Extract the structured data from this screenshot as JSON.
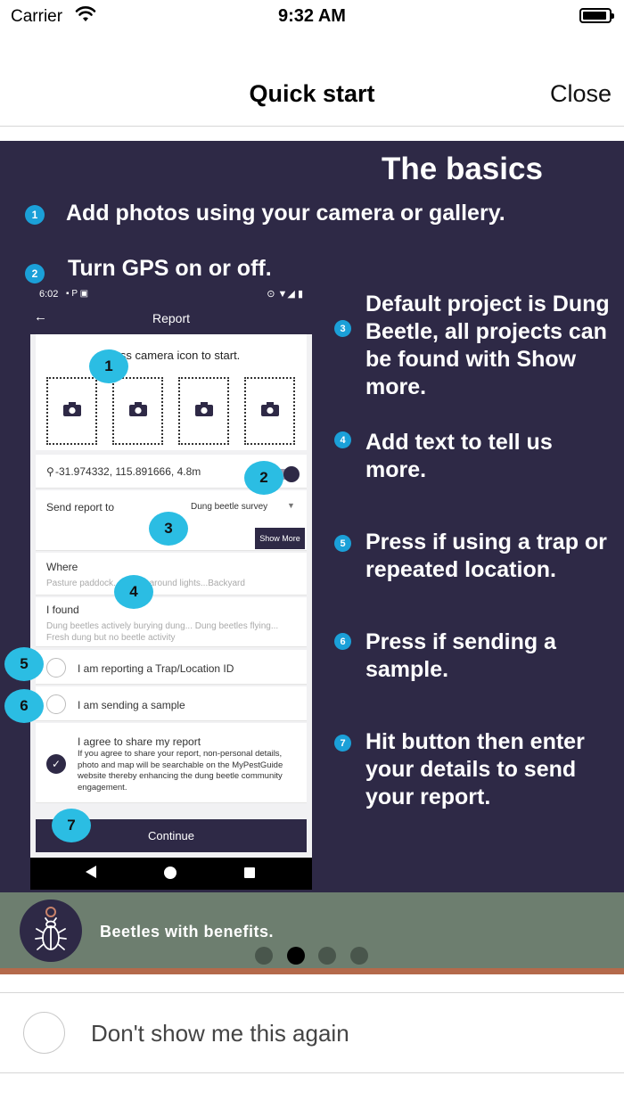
{
  "status_bar": {
    "carrier": "Carrier",
    "time": "9:32 AM"
  },
  "nav": {
    "title": "Quick start",
    "close_label": "Close"
  },
  "slide": {
    "heading": "The basics",
    "tips": [
      {
        "num": "1",
        "text": "Add photos using your camera or gallery."
      },
      {
        "num": "2",
        "text": "Turn GPS on or off."
      },
      {
        "num": "3",
        "text": "Default project is Dung Beetle, all projects can be found with Show more."
      },
      {
        "num": "4",
        "text": "Add text to tell us more."
      },
      {
        "num": "5",
        "text": "Press if using a trap or repeated location."
      },
      {
        "num": "6",
        "text": "Press if sending a sample."
      },
      {
        "num": "7",
        "text": "Hit button then enter your details to send your report."
      }
    ],
    "phone": {
      "status_time": "6:02",
      "status_left_icons": "▪ P ▣",
      "status_right_icons": "⊙ ▼◢ ▮",
      "header_back": "←",
      "header_title": "Report",
      "press_text": "Press camera icon to start.",
      "gps_text": "-31.974332, 115.891666, 4.8m",
      "send_report_label": "Send report to",
      "send_report_value": "Dung beetle survey",
      "show_more": "Show More",
      "where_label": "Where",
      "where_hint": "Pasture paddock... Inside around lights...Backyard",
      "found_label": "I found",
      "found_hint": "Dung beetles actively burying dung... Dung beetles flying... Fresh dung but no beetle activity",
      "trap_label": "I am reporting a Trap/Location ID",
      "sample_label": "I am sending a sample",
      "agree_title": "I agree to share my report",
      "agree_text": "If you agree to share your report, non-personal details, photo and map will be searchable on the MyPestGuide website thereby enhancing the dung beetle community engagement.",
      "continue_label": "Continue",
      "callouts": [
        "1",
        "2",
        "3",
        "4",
        "5",
        "6",
        "7"
      ]
    },
    "band_text": "Beetles with benefits."
  },
  "pager": {
    "count": 4,
    "active_index": 1
  },
  "optout": {
    "label": "Don't show me this again"
  },
  "colors": {
    "slide_bg": "#2e2946",
    "bullet": "#1ba0d8",
    "callout": "#2bbde3",
    "band": "#6d7e6f",
    "band_accent": "#b46a4b"
  }
}
